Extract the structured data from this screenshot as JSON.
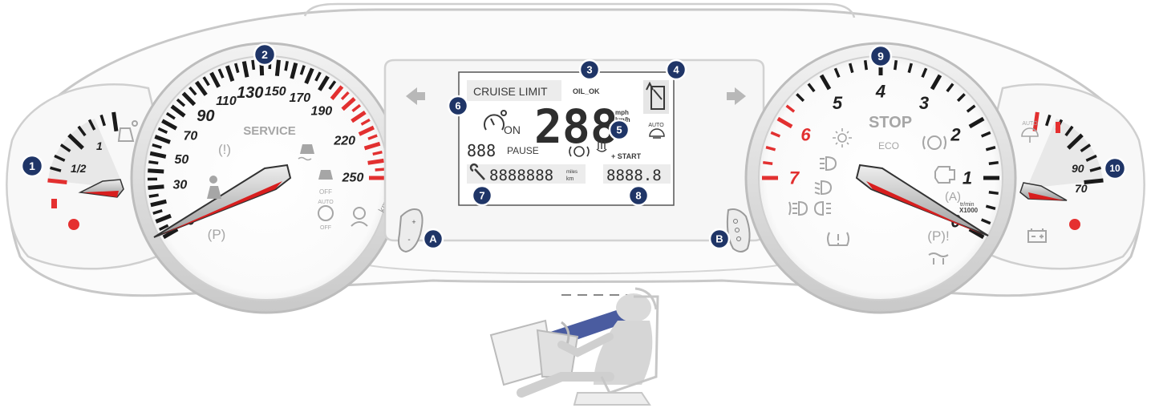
{
  "speedometer": {
    "labels": [
      {
        "text": "0",
        "value": 0
      },
      {
        "text": "30",
        "value": 30
      },
      {
        "text": "50",
        "value": 50
      },
      {
        "text": "70",
        "value": 70
      },
      {
        "text": "90",
        "value": 90
      },
      {
        "text": "110",
        "value": 110
      },
      {
        "text": "130",
        "value": 130
      },
      {
        "text": "150",
        "value": 150
      },
      {
        "text": "170",
        "value": 170
      },
      {
        "text": "190",
        "value": 190
      },
      {
        "text": "220",
        "value": 220
      },
      {
        "text": "250",
        "value": 250
      }
    ],
    "unit": "km/h",
    "service_text": "SERVICE",
    "off_text_1": "OFF",
    "off_text_2": "OFF",
    "auto_text": "AUTO",
    "parking_text": "(P)",
    "brake_text": "(!)"
  },
  "tachometer": {
    "labels": [
      {
        "text": "0",
        "value": 0
      },
      {
        "text": "1",
        "value": 1
      },
      {
        "text": "2",
        "value": 2
      },
      {
        "text": "3",
        "value": 3
      },
      {
        "text": "4",
        "value": 4
      },
      {
        "text": "5",
        "value": 5
      },
      {
        "text": "6",
        "value": 6
      },
      {
        "text": "7",
        "value": 7
      }
    ],
    "unit_top": "tr/min",
    "unit_bottom": "X1000",
    "stop_text": "STOP",
    "eco_text": "ECO",
    "parking_warn_text": "(P)!",
    "abs_text": "(A)"
  },
  "fuel_gauge": {
    "labels": [
      "1",
      "1/2"
    ]
  },
  "temp_gauge": {
    "labels": [
      "90",
      "70"
    ],
    "auto_text": "AUTO"
  },
  "display": {
    "cruise_text": "CRUISE LIMIT",
    "oil_text": "OIL_OK",
    "speed_digits": "288",
    "speed_unit_top": "mph",
    "speed_unit_bottom": "km/h",
    "on_text": "ON",
    "pause_digits": "888",
    "pause_text": "PAUSE",
    "start_text": "+ START",
    "auto_text": "AUTO",
    "odometer_digits": "8888888",
    "odo_unit_top": "miles",
    "odo_unit_bottom": "km",
    "trip_digits": "8888.8"
  },
  "buttons": {
    "a_plus": "+",
    "a_minus": "-"
  },
  "callouts": {
    "c1": "1",
    "c2": "2",
    "c3": "3",
    "c4": "4",
    "c5": "5",
    "c6": "6",
    "c7": "7",
    "c8": "8",
    "c9": "9",
    "c10": "10",
    "cA": "A",
    "cB": "B"
  }
}
